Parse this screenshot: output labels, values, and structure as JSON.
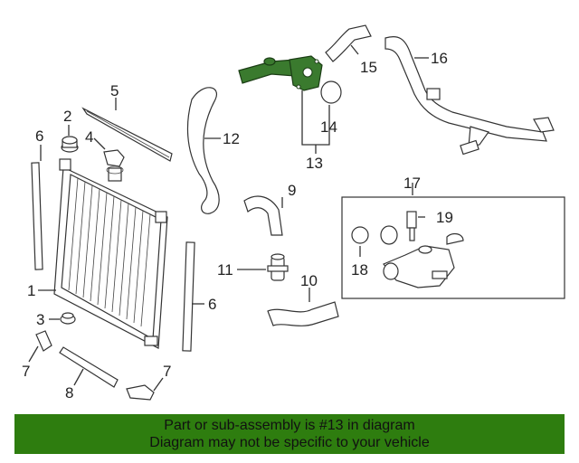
{
  "callouts": [
    "1",
    "2",
    "3",
    "4",
    "5",
    "6",
    "6",
    "7",
    "7",
    "8",
    "9",
    "10",
    "11",
    "12",
    "13",
    "14",
    "15",
    "16",
    "17",
    "18",
    "19"
  ],
  "highlight_color": "#3a7a2e",
  "banner": {
    "line1": "Part or sub-assembly is #13 in diagram",
    "line2": "Diagram may not be specific to your vehicle",
    "background": "#2e7d0f"
  }
}
